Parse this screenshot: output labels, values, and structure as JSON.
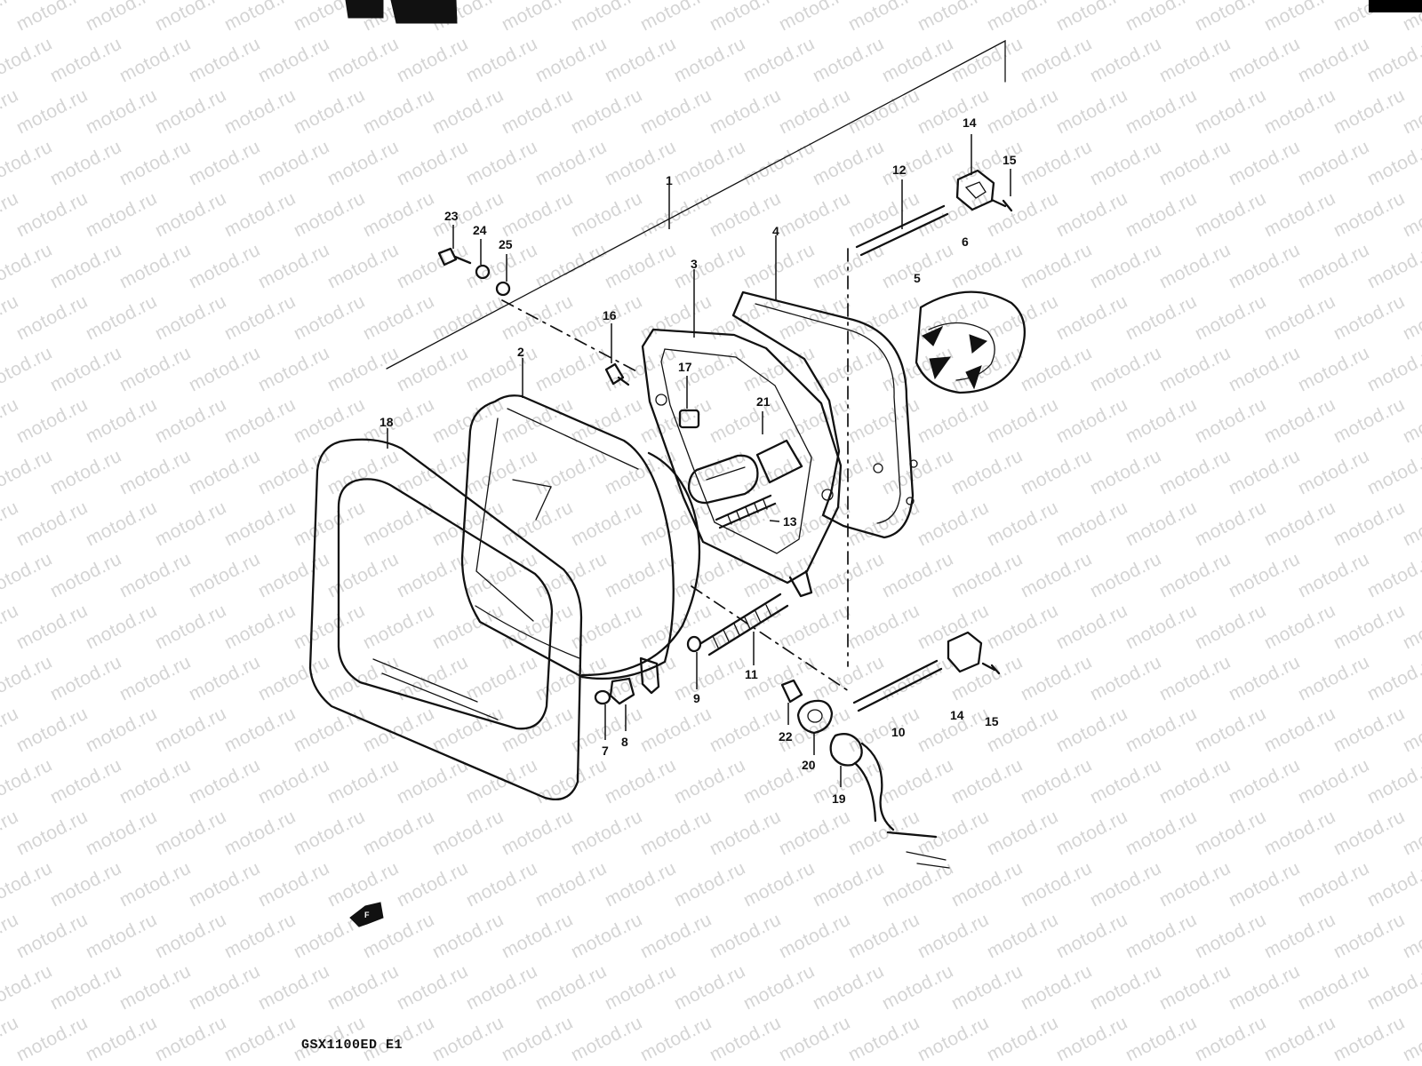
{
  "watermark": {
    "text": "motod.ru"
  },
  "diagram": {
    "model_label": "GSX1100ED E1",
    "callouts": [
      {
        "number": "1"
      },
      {
        "number": "2"
      },
      {
        "number": "3"
      },
      {
        "number": "4"
      },
      {
        "number": "5"
      },
      {
        "number": "6"
      },
      {
        "number": "7"
      },
      {
        "number": "8"
      },
      {
        "number": "9"
      },
      {
        "number": "10"
      },
      {
        "number": "11"
      },
      {
        "number": "12"
      },
      {
        "number": "13"
      },
      {
        "number": "14"
      },
      {
        "number": "14"
      },
      {
        "number": "15"
      },
      {
        "number": "15"
      },
      {
        "number": "16"
      },
      {
        "number": "17"
      },
      {
        "number": "18"
      },
      {
        "number": "19"
      },
      {
        "number": "20"
      },
      {
        "number": "21"
      },
      {
        "number": "22"
      },
      {
        "number": "23"
      },
      {
        "number": "24"
      },
      {
        "number": "25"
      }
    ]
  }
}
